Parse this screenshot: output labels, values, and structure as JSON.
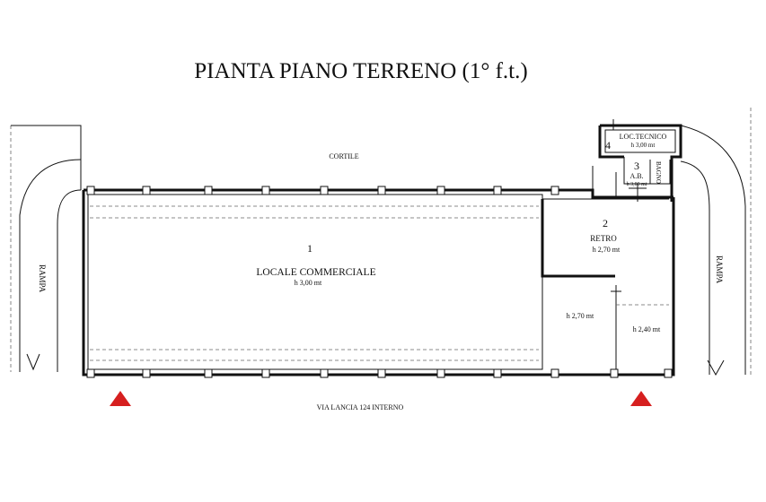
{
  "title": "PIANTA PIANO TERRENO (1° f.t.)",
  "labels": {
    "cortile": "CORTILE",
    "street": "VIA LANCIA 124 INTERNO",
    "rampa_left": "RAMPA",
    "rampa_right": "RAMPA"
  },
  "rooms": {
    "main": {
      "number": "1",
      "name": "LOCALE COMMERCIALE",
      "height": "h 3,00 mt"
    },
    "retro": {
      "number": "2",
      "name": "RETRO",
      "height": "h 2,70 mt"
    },
    "ab": {
      "number": "3",
      "name": "A.B.",
      "height": "h 3,00 mt"
    },
    "bagno": {
      "name": "BAGNO"
    },
    "tecnico": {
      "number": "4",
      "name": "LOC.TECNICO",
      "height": "h 3,00 mt"
    },
    "mid": {
      "height": "h 2,70 mt"
    },
    "small": {
      "height": "h 2,40 mt"
    }
  },
  "colors": {
    "marker": "#d61f1f",
    "wall": "#111111"
  }
}
